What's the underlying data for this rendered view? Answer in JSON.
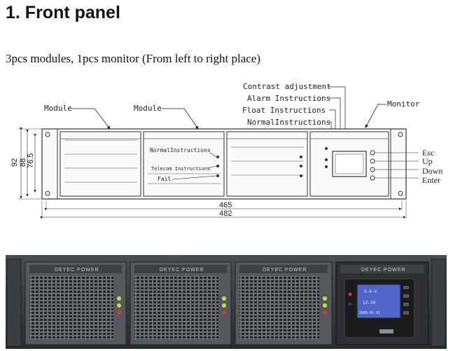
{
  "heading": "1. Front panel",
  "subtitle": "3pcs modules, 1pcs monitor (From left to right place)",
  "diagram": {
    "module_labels": [
      "Module",
      "Module"
    ],
    "monitor_label": "Monitor",
    "callouts_top": [
      "Contrast adjustment",
      "Alarm Instructions",
      "Float  Instructions",
      "NormalInstructions"
    ],
    "module_callouts": [
      "NormalInstructions",
      "Telecom Instructions",
      "Fail"
    ],
    "buttons": [
      "Esc",
      "Up",
      "Down",
      "Enter"
    ],
    "dims_vertical": [
      "92",
      "88",
      "76.5"
    ],
    "dims_horizontal": [
      "465",
      "482"
    ]
  },
  "photo": {
    "brand_text": "DEYEC POWER",
    "lcd_text": [
      "5-4-V",
      "12-30",
      "2009-01-01"
    ]
  }
}
